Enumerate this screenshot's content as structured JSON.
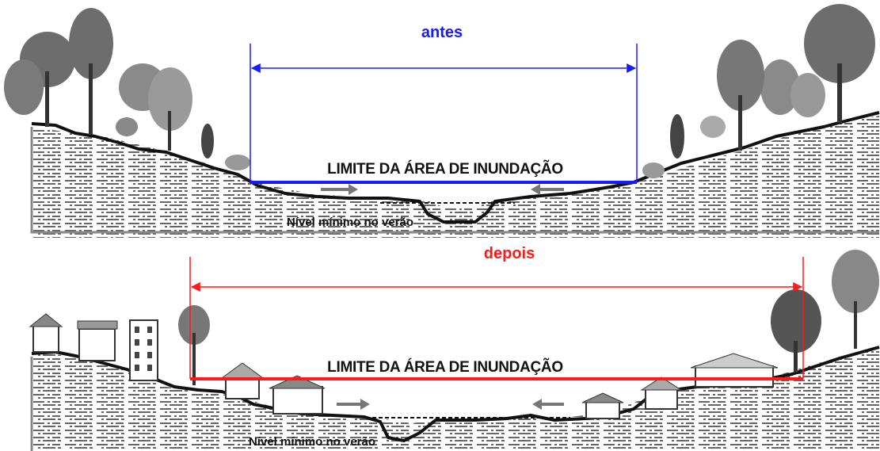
{
  "diagram": {
    "top": {
      "title": "antes",
      "limit_label": "LIMITE DA ÁREA DE INUNDAÇÃO",
      "level_label": "Nível mínimo no verão",
      "color": "#1a1aff"
    },
    "bottom": {
      "title": "depois",
      "limit_label": "LIMITE DA ÁREA DE INUNDAÇÃO",
      "level_label": "Nível mínimo no verão",
      "color": "#ff1a1a"
    },
    "ground_color": "#111111",
    "hatch_color": "#555555",
    "tree_color": "#6d6d6d",
    "arrow_color": "#777777"
  }
}
